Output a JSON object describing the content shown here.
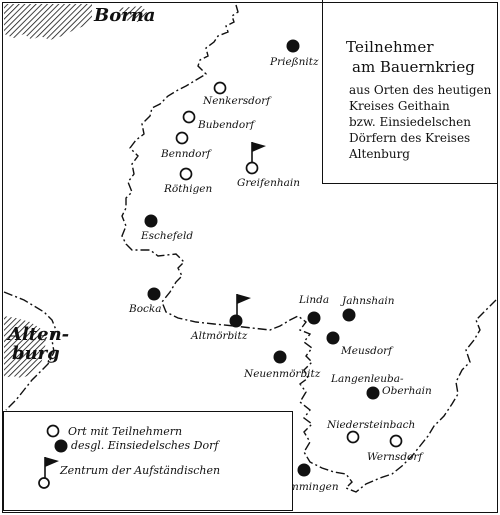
{
  "title": {
    "line1": "Teilnehmer",
    "line2": "am Bauernkrieg",
    "lines": [
      "aus Orten des heutigen",
      "Kreises Geithain",
      "bzw. Einsiedelschen",
      "Dörfern des Kreises",
      "Altenburg"
    ]
  },
  "cities": [
    {
      "key": "borna",
      "label": "Borna"
    },
    {
      "key": "altenburg_1",
      "label": "Alten-"
    },
    {
      "key": "altenburg_2",
      "label": "burg"
    }
  ],
  "places": [
    {
      "key": "priessnitz",
      "label": "Prießnitz",
      "type": "filled"
    },
    {
      "key": "nenkersdorf",
      "label": "Nenkersdorf",
      "type": "open"
    },
    {
      "key": "bubendorf",
      "label": "Bubendorf",
      "type": "open"
    },
    {
      "key": "benndorf",
      "label": "Benndorf",
      "type": "open"
    },
    {
      "key": "roethigen",
      "label": "Röthigen",
      "type": "open"
    },
    {
      "key": "greifenhain",
      "label": "Greifenhain",
      "type": "open-flag"
    },
    {
      "key": "eschefeld",
      "label": "Eschefeld",
      "type": "filled"
    },
    {
      "key": "bocka",
      "label": "Bocka",
      "type": "filled"
    },
    {
      "key": "altmoerbitz",
      "label": "Altmörbitz",
      "type": "filled-flag"
    },
    {
      "key": "linda",
      "label": "Linda",
      "type": "filled"
    },
    {
      "key": "jahnshain",
      "label": "Jahnshain",
      "type": "filled"
    },
    {
      "key": "meusdorf",
      "label": "Meusdorf",
      "type": "filled"
    },
    {
      "key": "neuenmoerbitz",
      "label": "Neuenmörbitz",
      "type": "filled"
    },
    {
      "key": "langenleuba",
      "label": "Langenleuba-",
      "type": "label"
    },
    {
      "key": "oberhain",
      "label": "Oberhain",
      "type": "filled"
    },
    {
      "key": "niedersteinbach",
      "label": "Niedersteinbach",
      "type": "open"
    },
    {
      "key": "wernsdorf",
      "label": "Wernsdorf",
      "type": "open"
    },
    {
      "key": "flemmingen",
      "label": "Flemmingen",
      "type": "filled"
    }
  ],
  "legend": [
    {
      "key": "open",
      "label": "Ort mit Teilnehmern"
    },
    {
      "key": "filled",
      "label": "desgl. Einsiedelsches Dorf"
    },
    {
      "key": "flag",
      "label": "Zentrum der Aufständischen"
    }
  ]
}
